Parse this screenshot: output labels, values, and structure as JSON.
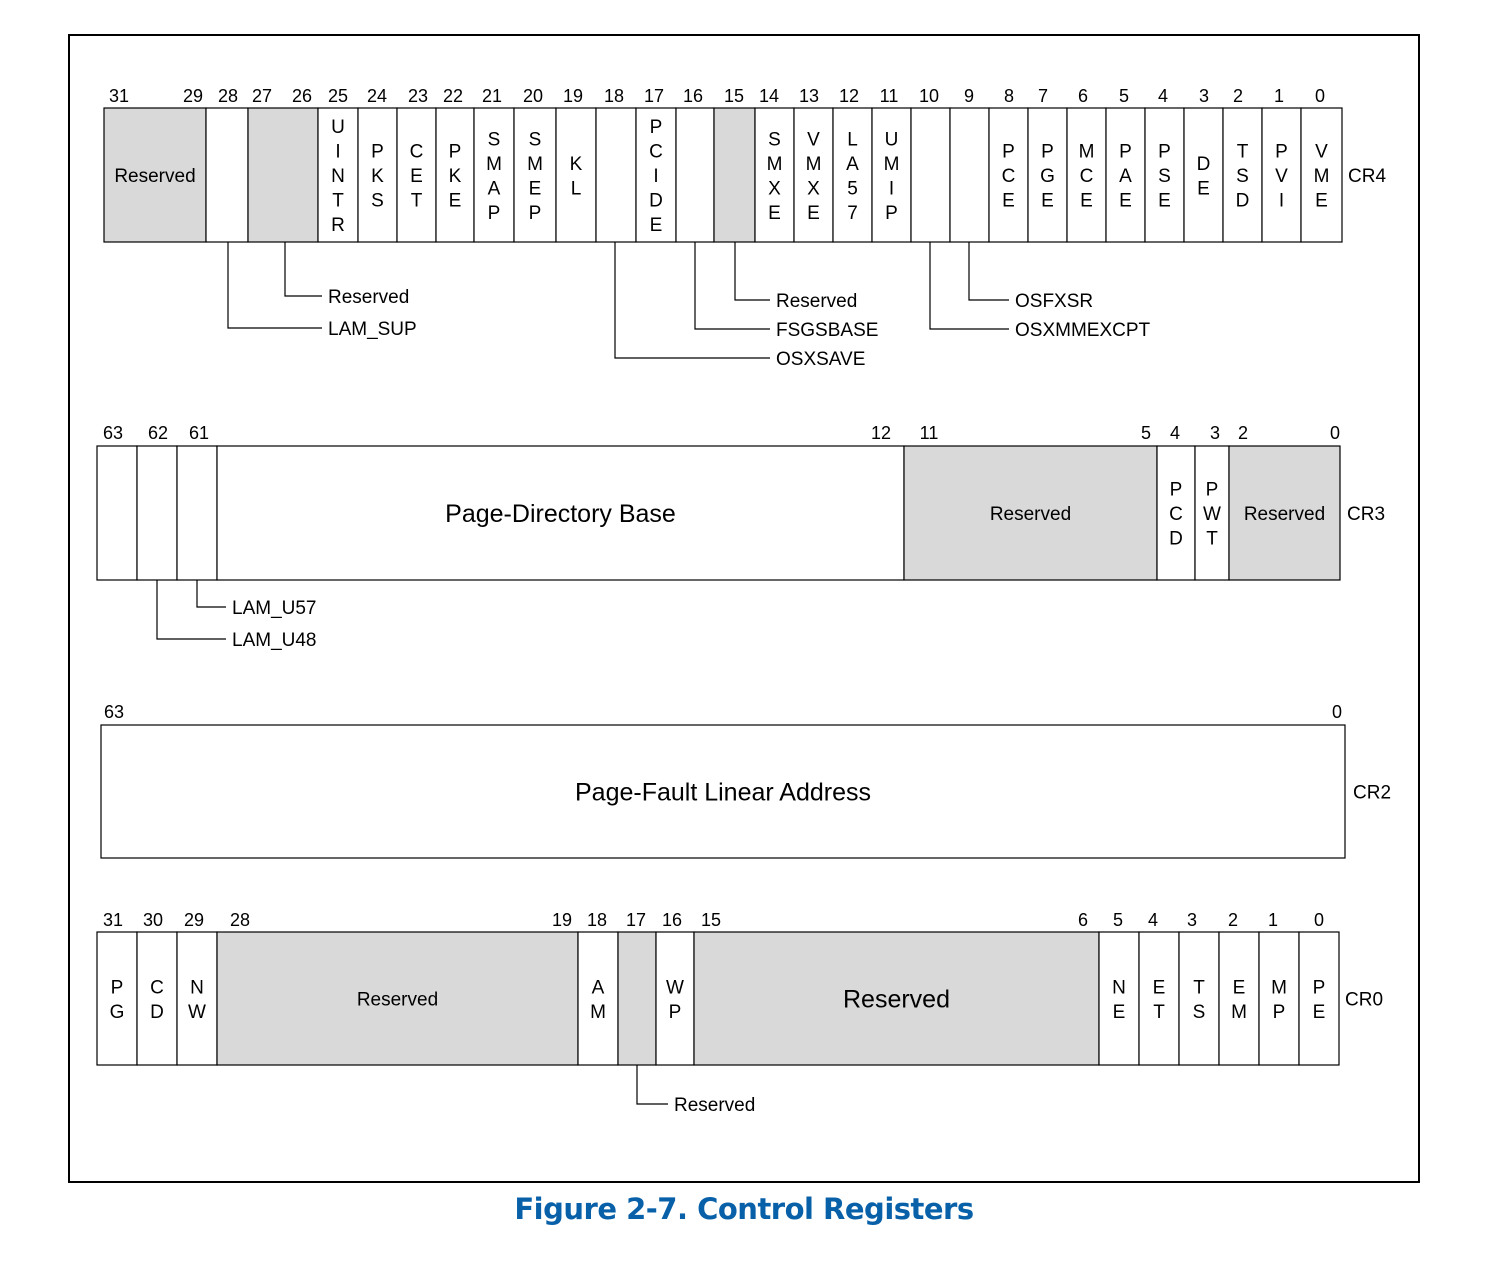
{
  "caption": "Figure 2-7.  Control Registers",
  "colors": {
    "reserved_fill": "#d9d9d9",
    "field_fill": "#ffffff",
    "line": "#000000",
    "caption": "#0860a8"
  },
  "registers": [
    {
      "name": "CR4",
      "bit_numbers": [
        "31",
        "29",
        "28",
        "27",
        "26",
        "25",
        "24",
        "23",
        "22",
        "21",
        "20",
        "19",
        "18",
        "17",
        "16",
        "15",
        "14",
        "13",
        "12",
        "11",
        "10",
        "9",
        "8",
        "7",
        "6",
        "5",
        "4",
        "3",
        "2",
        "1",
        "0"
      ],
      "fields": [
        {
          "bits": "31-29",
          "label": "Reserved",
          "reserved": true
        },
        {
          "bits": "28",
          "label": "",
          "reserved": false
        },
        {
          "bits": "27-26",
          "label": "",
          "reserved": true
        },
        {
          "bits": "25",
          "label": "UINTR",
          "reserved": false
        },
        {
          "bits": "24",
          "label": "PKS",
          "reserved": false
        },
        {
          "bits": "23",
          "label": "CET",
          "reserved": false
        },
        {
          "bits": "22",
          "label": "PKE",
          "reserved": false
        },
        {
          "bits": "21",
          "label": "SMAP",
          "reserved": false
        },
        {
          "bits": "20",
          "label": "SMEP",
          "reserved": false
        },
        {
          "bits": "19",
          "label": "KL",
          "reserved": false
        },
        {
          "bits": "18",
          "label": "",
          "reserved": false
        },
        {
          "bits": "17",
          "label": "PCIDE",
          "reserved": false
        },
        {
          "bits": "16",
          "label": "",
          "reserved": false
        },
        {
          "bits": "15",
          "label": "",
          "reserved": true
        },
        {
          "bits": "14",
          "label": "SMXE",
          "reserved": false
        },
        {
          "bits": "13",
          "label": "VMXE",
          "reserved": false
        },
        {
          "bits": "12",
          "label": "LA57",
          "reserved": false
        },
        {
          "bits": "11",
          "label": "UMIP",
          "reserved": false
        },
        {
          "bits": "10",
          "label": "",
          "reserved": false
        },
        {
          "bits": "9",
          "label": "",
          "reserved": false
        },
        {
          "bits": "8",
          "label": "PCE",
          "reserved": false
        },
        {
          "bits": "7",
          "label": "PGE",
          "reserved": false
        },
        {
          "bits": "6",
          "label": "MCE",
          "reserved": false
        },
        {
          "bits": "5",
          "label": "PAE",
          "reserved": false
        },
        {
          "bits": "4",
          "label": "PSE",
          "reserved": false
        },
        {
          "bits": "3",
          "label": "DE",
          "reserved": false
        },
        {
          "bits": "2",
          "label": "TSD",
          "reserved": false
        },
        {
          "bits": "1",
          "label": "PVI",
          "reserved": false
        },
        {
          "bits": "0",
          "label": "VME",
          "reserved": false
        }
      ],
      "callouts": [
        {
          "label": "Reserved",
          "bit": "27-26"
        },
        {
          "label": "LAM_SUP",
          "bit": "28"
        },
        {
          "label": "Reserved",
          "bit": "15"
        },
        {
          "label": "FSGSBASE",
          "bit": "16"
        },
        {
          "label": "OSXSAVE",
          "bit": "18"
        },
        {
          "label": "OSFXSR",
          "bit": "9"
        },
        {
          "label": "OSXMMEXCPT",
          "bit": "10"
        }
      ]
    },
    {
      "name": "CR3",
      "bit_numbers": [
        "63",
        "62",
        "61",
        "12",
        "11",
        "5",
        "4",
        "3",
        "2",
        "0"
      ],
      "fields": [
        {
          "bits": "63",
          "label": "",
          "reserved": false
        },
        {
          "bits": "62",
          "label": "",
          "reserved": false
        },
        {
          "bits": "61",
          "label": "",
          "reserved": false
        },
        {
          "bits": "60-12",
          "label": "Page-Directory Base",
          "reserved": false
        },
        {
          "bits": "11-5",
          "label": "Reserved",
          "reserved": true
        },
        {
          "bits": "4",
          "label": "PCD",
          "reserved": false
        },
        {
          "bits": "3",
          "label": "PWT",
          "reserved": false
        },
        {
          "bits": "2-0",
          "label": "Reserved",
          "reserved": true
        }
      ],
      "callouts": [
        {
          "label": "LAM_U57",
          "bit": "61"
        },
        {
          "label": "LAM_U48",
          "bit": "62"
        }
      ]
    },
    {
      "name": "CR2",
      "bit_numbers": [
        "63",
        "0"
      ],
      "fields": [
        {
          "bits": "63-0",
          "label": "Page-Fault Linear Address",
          "reserved": false
        }
      ],
      "callouts": []
    },
    {
      "name": "CR0",
      "bit_numbers": [
        "31",
        "30",
        "29",
        "28",
        "19",
        "18",
        "17",
        "16",
        "15",
        "6",
        "5",
        "4",
        "3",
        "2",
        "1",
        "0"
      ],
      "fields": [
        {
          "bits": "31",
          "label": "PG",
          "reserved": false
        },
        {
          "bits": "30",
          "label": "CD",
          "reserved": false
        },
        {
          "bits": "29",
          "label": "NW",
          "reserved": false
        },
        {
          "bits": "28-19",
          "label": "Reserved",
          "reserved": true
        },
        {
          "bits": "18",
          "label": "AM",
          "reserved": false
        },
        {
          "bits": "17",
          "label": "",
          "reserved": true
        },
        {
          "bits": "16",
          "label": "WP",
          "reserved": false
        },
        {
          "bits": "15-6",
          "label": "Reserved",
          "reserved": true
        },
        {
          "bits": "5",
          "label": "NE",
          "reserved": false
        },
        {
          "bits": "4",
          "label": "ET",
          "reserved": false
        },
        {
          "bits": "3",
          "label": "TS",
          "reserved": false
        },
        {
          "bits": "2",
          "label": "EM",
          "reserved": false
        },
        {
          "bits": "1",
          "label": "MP",
          "reserved": false
        },
        {
          "bits": "0",
          "label": "PE",
          "reserved": false
        }
      ],
      "callouts": [
        {
          "label": "Reserved",
          "bit": "17"
        }
      ]
    }
  ]
}
